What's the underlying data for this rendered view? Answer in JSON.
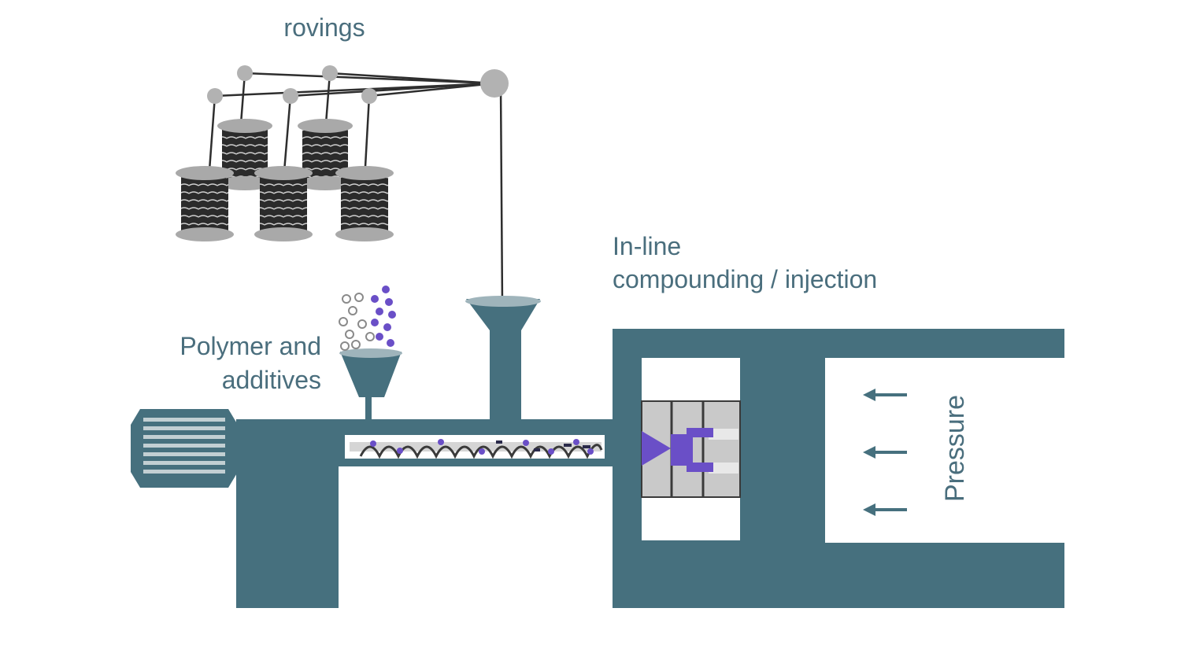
{
  "labels": {
    "rovings": "rovings",
    "polymer_line1": "Polymer and",
    "polymer_line2": "additives",
    "inline_line1": "In-line",
    "inline_line2": "compounding / injection",
    "pressure": "Pressure"
  },
  "colors": {
    "machine": "#46707e",
    "spool_flange": "#a9a9a9",
    "spool_wire": "#2b2b2b",
    "accent_purple": "#6a4fc7",
    "mold_gray": "#c9c9c9",
    "guide_gray": "#b2b2b2",
    "text": "#4a6e7d"
  }
}
